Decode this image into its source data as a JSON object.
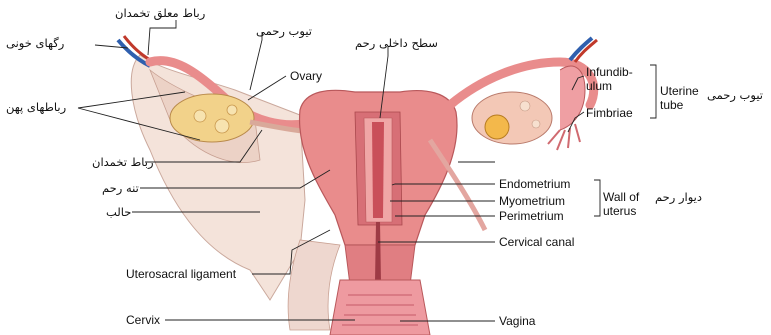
{
  "diagram": {
    "labels_fa": {
      "suspensory_ligament": "رباط معلق تخمدان",
      "blood_vessels": "رگهای خونی",
      "uterine_tube": "تیوب رحمی",
      "endometrium_surface": "سطح داخلی رحم",
      "broad_ligaments": "رباطهای پهن",
      "ovarian_ligament": "رباط تخمدان",
      "ovary_body": "تنه رحم",
      "ureter": "حالب",
      "uterine_tube_right": "تیوب رحمی",
      "uterine_wall": "دیوار رحم"
    },
    "labels_en": {
      "ovary": "Ovary",
      "infundibulum_1": "Infundib-",
      "infundibulum_2": "ulum",
      "fimbriae": "Fimbriae",
      "uterine_tube_1": "Uterine",
      "uterine_tube_2": "tube",
      "endometrium": "Endometrium",
      "myometrium": "Myometrium",
      "perimetrium": "Perimetrium",
      "wall_of_uterus_1": "Wall of",
      "wall_of_uterus_2": "uterus",
      "cervical_canal": "Cervical canal",
      "uterosacral_ligament": "Uterosacral ligament",
      "cervix": "Cervix",
      "vagina": "Vagina"
    },
    "colors": {
      "uterus": "#e98c8c",
      "uterus_dark": "#c95a5f",
      "endometrium": "#dd6a73",
      "ligament": "#f3dcd0",
      "ovary": "#f2d28a",
      "vessel_blue": "#2f5fae",
      "vessel_red": "#c0392b",
      "leader": "#222222"
    }
  }
}
